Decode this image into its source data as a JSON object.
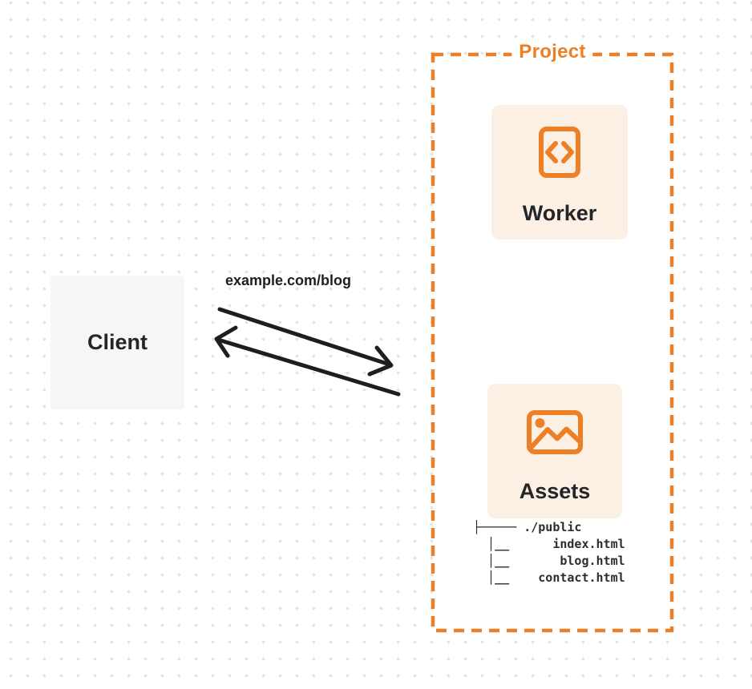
{
  "colors": {
    "accent_orange": "#ED8026",
    "card_background": "#FBF0E3",
    "client_background": "#F6F6F7",
    "text_dark": "#232528",
    "arrow_black": "#1E1E1E",
    "dot_grid": "#E3E3E3"
  },
  "client": {
    "label": "Client"
  },
  "request": {
    "label": "example.com/blog"
  },
  "project": {
    "label": "Project",
    "worker": {
      "label": "Worker",
      "icon": "code-file-icon"
    },
    "assets": {
      "label": "Assets",
      "icon": "image-icon",
      "file_tree": {
        "lines": [
          "├───── ./public",
          "  │__      index.html",
          "  │__       blog.html",
          "  │__    contact.html"
        ]
      }
    }
  },
  "arrows": {
    "request_direction": "client-to-project",
    "response_direction": "project-to-client"
  }
}
